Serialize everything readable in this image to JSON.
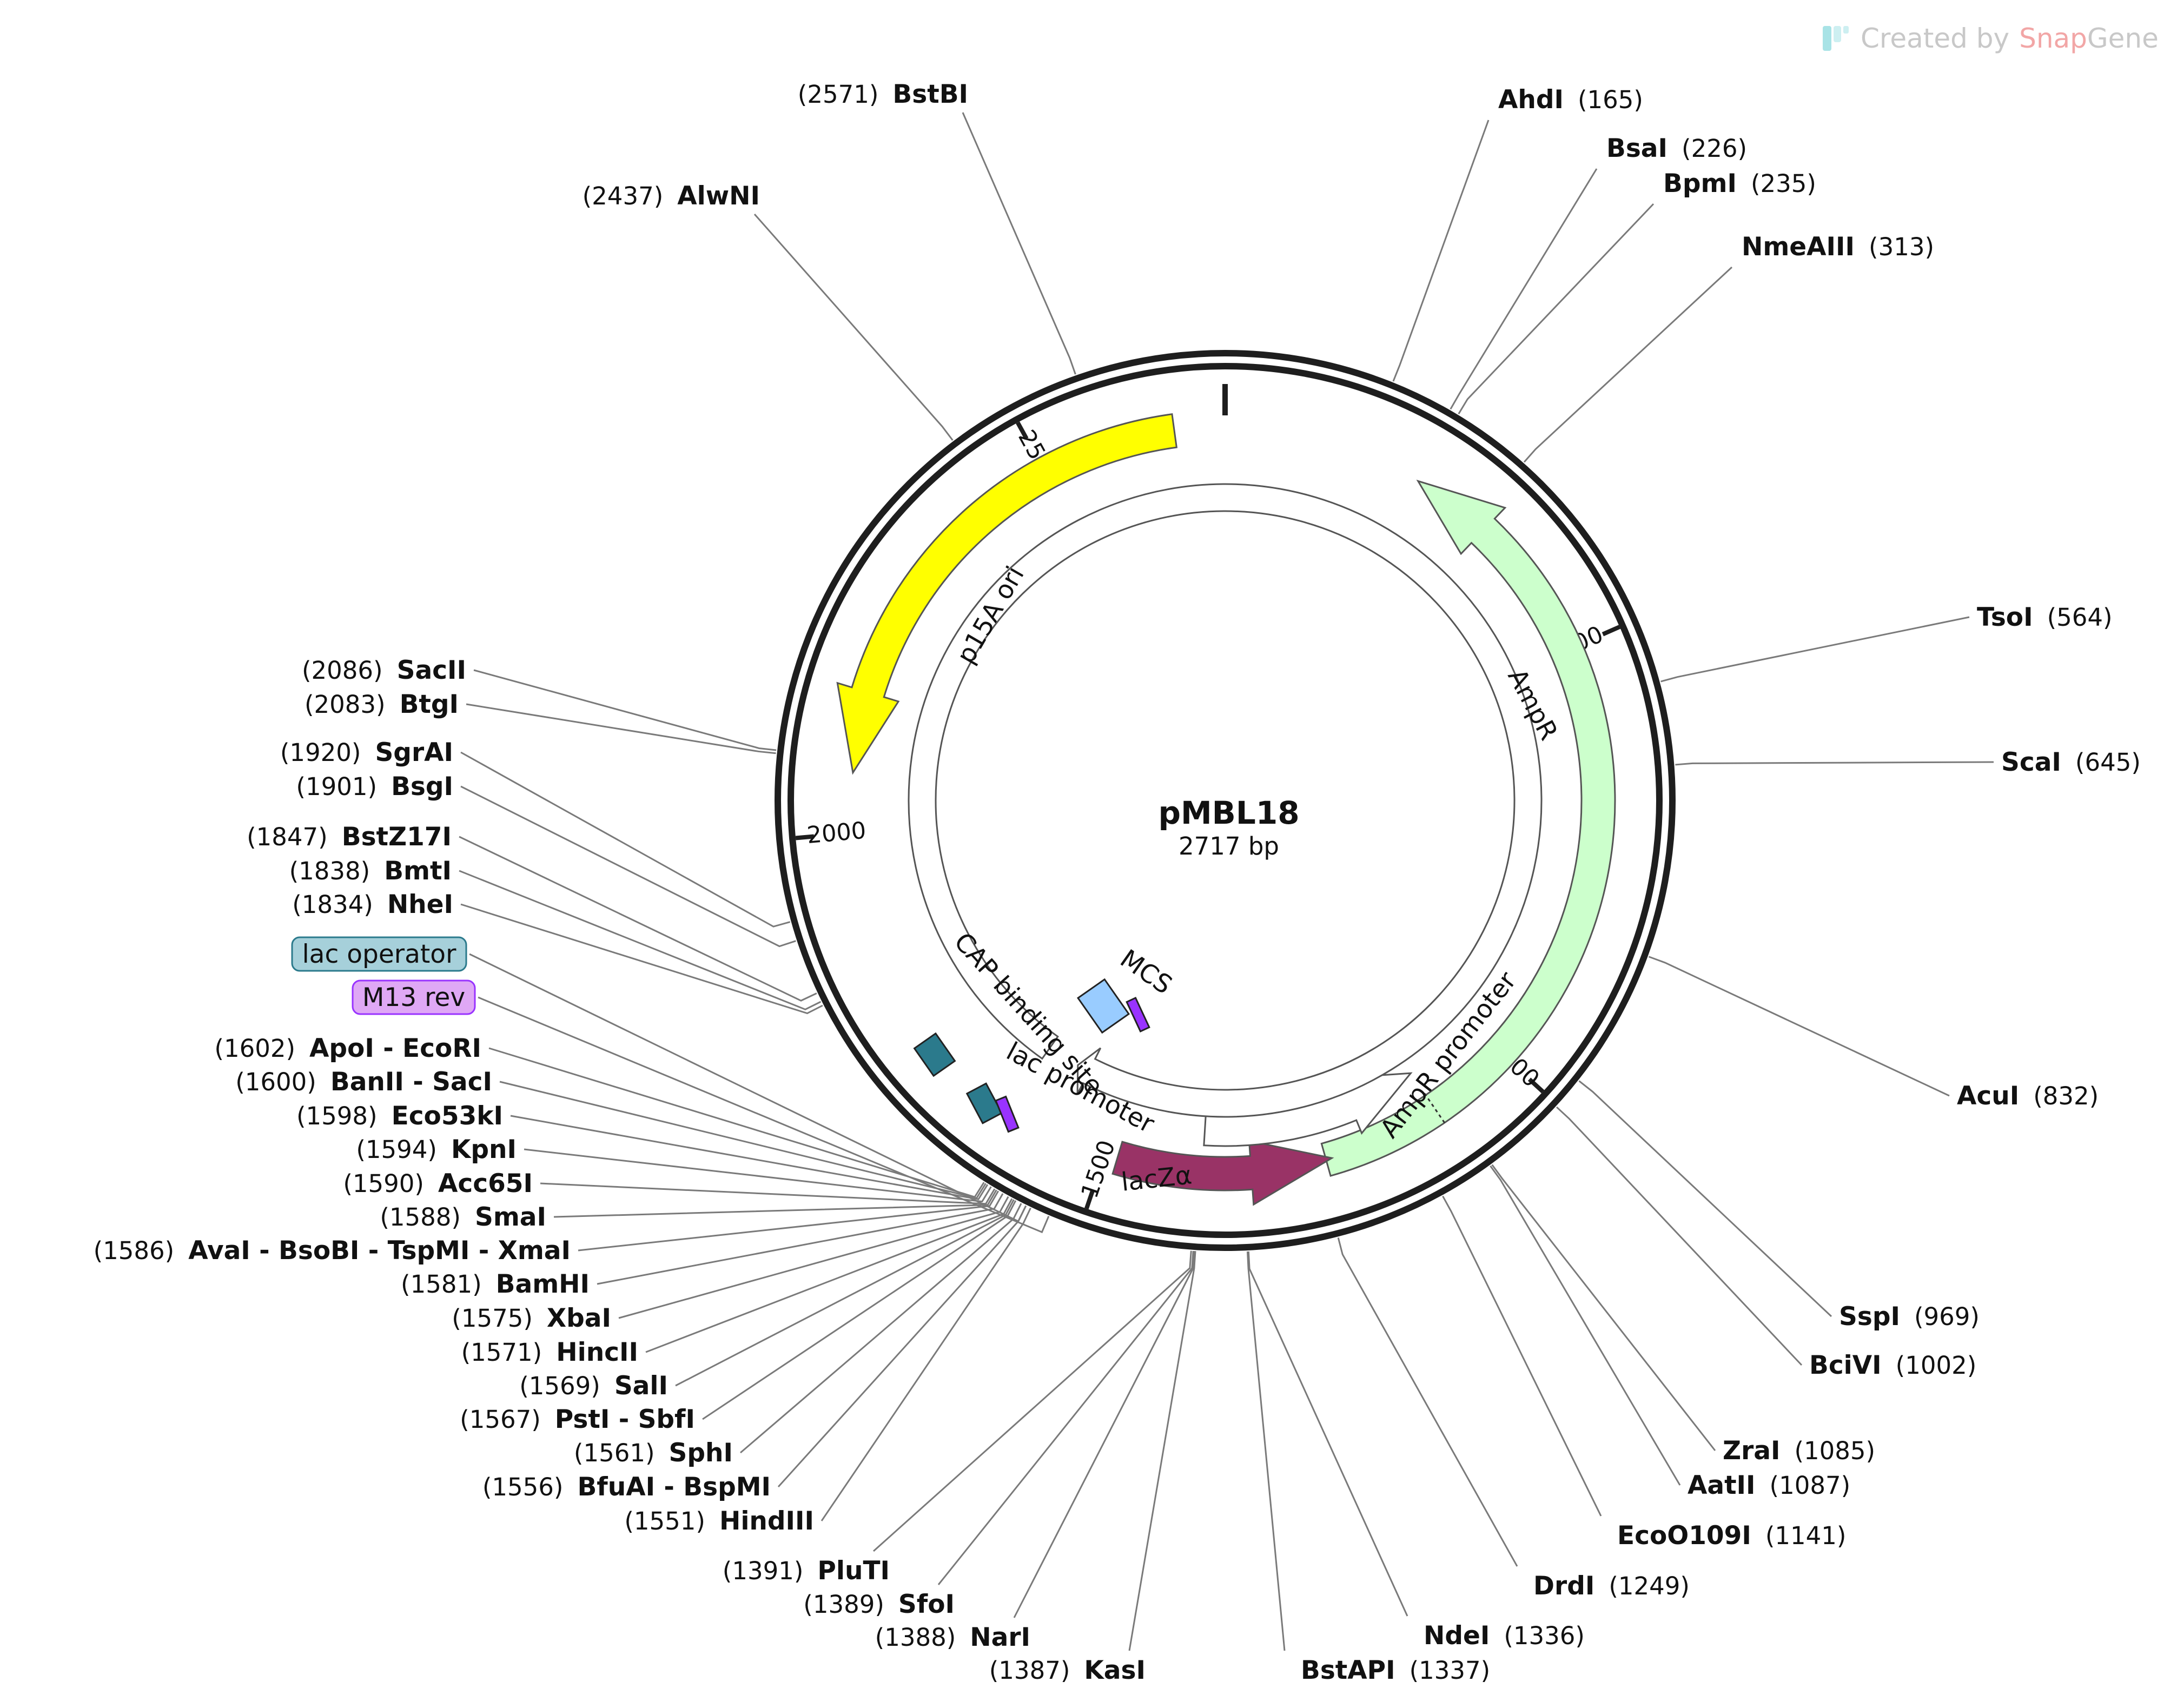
{
  "plasmid": {
    "name": "pMBL18",
    "size_label": "2717 bp",
    "length": 2717
  },
  "watermark": {
    "prefix": "Created by",
    "brand_a": "Snap",
    "brand_b": "Gene"
  },
  "ticks": [
    {
      "pos": 500,
      "label": "500"
    },
    {
      "pos": 1000,
      "label": "1000"
    },
    {
      "pos": 1500,
      "label": "1500"
    },
    {
      "pos": 2000,
      "label": "2000"
    },
    {
      "pos": 2500,
      "label": "2500"
    }
  ],
  "features": [
    {
      "name": "p15A ori",
      "start": 2658,
      "end": 2070,
      "direction": "ccw",
      "color": "#ffff00",
      "label_color": "#111111"
    },
    {
      "name": "AmpR",
      "start": 1240,
      "end": 235,
      "direction": "ccw",
      "color": "#ccffcc",
      "label_color": "#111111"
    },
    {
      "name": "lacZα",
      "start": 1485,
      "end": 1233,
      "direction": "ccw",
      "color": "#993366",
      "label_color": "#ffffff"
    },
    {
      "name": "AmpR promoter",
      "start": 1385,
      "end": 1100,
      "direction": "ccw",
      "color": "#ffffff",
      "label_color": "#111111"
    },
    {
      "name": "lac promoter",
      "start": 1625,
      "end": 1578,
      "direction": "cw",
      "color": "#ffffff",
      "label_color": "#111111"
    },
    {
      "name": "CAP binding site",
      "start": 1665,
      "end": 1635,
      "direction": "none",
      "color": "#2b7a8c",
      "label_color": "#111111"
    },
    {
      "name": "MCS",
      "start": 1608,
      "end": 1551,
      "direction": "none",
      "color": "#99ccff",
      "label_color": "#111111"
    },
    {
      "name": "lac operator",
      "start": 1567,
      "end": 1545,
      "direction": "none",
      "color": "#2b7a8c",
      "label_color": "#111111"
    },
    {
      "name": "M13 rev",
      "start": 1540,
      "end": 1523,
      "direction": "none",
      "color": "#9933ff",
      "label_color": "#111111"
    }
  ],
  "feature_labels_boxed": [
    {
      "name": "lac operator",
      "fill": "#a6d0da",
      "stroke": "#2b7a8c"
    },
    {
      "name": "M13 rev",
      "fill": "#dfa8f5",
      "stroke": "#9933ff"
    }
  ],
  "sites": [
    {
      "name": "BstBI",
      "pos": 2571,
      "side": "left"
    },
    {
      "name": "AlwNI",
      "pos": 2437,
      "side": "left"
    },
    {
      "name": "AhdI",
      "pos": 165,
      "side": "right"
    },
    {
      "name": "BsaI",
      "pos": 226,
      "side": "right"
    },
    {
      "name": "BpmI",
      "pos": 235,
      "side": "right"
    },
    {
      "name": "NmeAIII",
      "pos": 313,
      "side": "right"
    },
    {
      "name": "TsoI",
      "pos": 564,
      "side": "right"
    },
    {
      "name": "ScaI",
      "pos": 645,
      "side": "right"
    },
    {
      "name": "AcuI",
      "pos": 832,
      "side": "right"
    },
    {
      "name": "SspI",
      "pos": 969,
      "side": "right"
    },
    {
      "name": "BciVI",
      "pos": 1002,
      "side": "right"
    },
    {
      "name": "ZraI",
      "pos": 1085,
      "side": "right"
    },
    {
      "name": "AatII",
      "pos": 1087,
      "side": "right"
    },
    {
      "name": "EcoO109I",
      "pos": 1141,
      "side": "right"
    },
    {
      "name": "DrdI",
      "pos": 1249,
      "side": "right"
    },
    {
      "name": "NdeI",
      "pos": 1336,
      "side": "right"
    },
    {
      "name": "BstAPI",
      "pos": 1337,
      "side": "right"
    },
    {
      "name": "KasI",
      "pos": 1387,
      "side": "left"
    },
    {
      "name": "NarI",
      "pos": 1388,
      "side": "left"
    },
    {
      "name": "SfoI",
      "pos": 1389,
      "side": "left"
    },
    {
      "name": "PluTI",
      "pos": 1391,
      "side": "left"
    },
    {
      "name": "HindIII",
      "pos": 1551,
      "side": "left"
    },
    {
      "name": "BfuAI - BspMI",
      "pos": 1556,
      "side": "left"
    },
    {
      "name": "SphI",
      "pos": 1561,
      "side": "left"
    },
    {
      "name": "PstI - SbfI",
      "pos": 1567,
      "side": "left"
    },
    {
      "name": "SalI",
      "pos": 1569,
      "side": "left"
    },
    {
      "name": "HincII",
      "pos": 1571,
      "side": "left"
    },
    {
      "name": "XbaI",
      "pos": 1575,
      "side": "left"
    },
    {
      "name": "BamHI",
      "pos": 1581,
      "side": "left"
    },
    {
      "name": "AvaI - BsoBI - TspMI - XmaI",
      "pos": 1586,
      "side": "left"
    },
    {
      "name": "SmaI",
      "pos": 1588,
      "side": "left"
    },
    {
      "name": "Acc65I",
      "pos": 1590,
      "side": "left"
    },
    {
      "name": "KpnI",
      "pos": 1594,
      "side": "left"
    },
    {
      "name": "Eco53kI",
      "pos": 1598,
      "side": "left"
    },
    {
      "name": "BanII - SacI",
      "pos": 1600,
      "side": "left"
    },
    {
      "name": "ApoI - EcoRI",
      "pos": 1602,
      "side": "left"
    },
    {
      "name": "NheI",
      "pos": 1834,
      "side": "left"
    },
    {
      "name": "BmtI",
      "pos": 1838,
      "side": "left"
    },
    {
      "name": "BstZ17I",
      "pos": 1847,
      "side": "left"
    },
    {
      "name": "BsgI",
      "pos": 1901,
      "side": "left"
    },
    {
      "name": "SgrAI",
      "pos": 1920,
      "side": "left"
    },
    {
      "name": "BtgI",
      "pos": 2083,
      "side": "left"
    },
    {
      "name": "SacII",
      "pos": 2086,
      "side": "left"
    }
  ]
}
